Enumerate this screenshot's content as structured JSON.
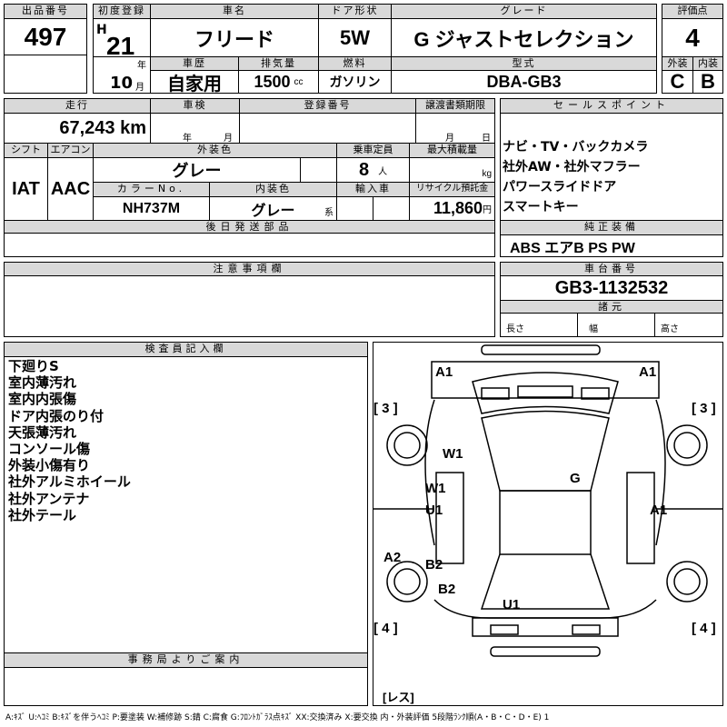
{
  "lot": {
    "label": "出品番号",
    "value": "497"
  },
  "top": {
    "first_reg_label": "初度登録",
    "era": "H",
    "year": "21",
    "year_unit": "年",
    "month": "10",
    "month_unit": "月",
    "car_name_label": "車名",
    "car_name": "フリード",
    "door_label": "ドア形状",
    "door": "5W",
    "grade_label": "グレード",
    "grade": "G ジャストセレクション",
    "history_label": "車歴",
    "history": "自家用",
    "displacement_label": "排気量",
    "displacement": "1500",
    "displacement_unit": "cc",
    "fuel_label": "燃料",
    "fuel": "ガソリン",
    "model_label": "型式",
    "model": "DBA-GB3"
  },
  "score": {
    "label": "評価点",
    "value": "4",
    "ext_label": "外装",
    "int_label": "内装",
    "ext": "C",
    "int": "B"
  },
  "row2": {
    "mileage_label": "走行",
    "mileage": "67,243 km",
    "inspection_label": "車検",
    "inspection_year": "年",
    "inspection_month": "月",
    "reg_no_label": "登録番号",
    "transfer_label": "譲渡書類期限",
    "transfer_month": "月",
    "transfer_day": "日",
    "shift_label": "シフト",
    "shift": "IAT",
    "ac_label": "エアコン",
    "ac": "AAC",
    "ext_color_label": "外装色",
    "ext_color": "グレー",
    "capacity_label": "乗車定員",
    "capacity": "8",
    "capacity_unit": "人",
    "load_label": "最大積載量",
    "load_unit": "kg",
    "color_no_label": "カラーNo.",
    "color_no": "NH737M",
    "int_color_label": "内装色",
    "int_color": "グレー",
    "int_color_suffix": "系",
    "import_label": "輸入車",
    "recycle_label": "リサイクル預託金",
    "recycle": "11,860",
    "recycle_unit": "円",
    "later_parts_label": "後日発送部品"
  },
  "sales": {
    "label": "セールスポイント",
    "items": [
      "ナビ・TV・バックカメラ",
      "社外AW・社外マフラー",
      "パワースライドドア",
      "スマートキー"
    ],
    "equip_label": "純正装備",
    "equip": "ABS エアB PS PW"
  },
  "notes": {
    "label": "注意事項欄"
  },
  "chassis": {
    "label": "車台番号",
    "value": "GB3-1132532",
    "spec_label": "諸元",
    "length": "長さ",
    "width": "幅",
    "height": "高さ"
  },
  "inspector": {
    "label": "検査員記入欄",
    "items": [
      "下廻りS",
      "室内薄汚れ",
      "室内内張傷",
      "ドア内張のり付",
      "天張薄汚れ",
      "コンソール傷",
      "外装小傷有り",
      "社外アルミホイール",
      "社外アンテナ",
      "社外テール"
    ],
    "office_label": "事務局よりご案内"
  },
  "diagram": {
    "marks": [
      "A1",
      "A1",
      "[ 3 ]",
      "[ 3 ]",
      "W1",
      "G",
      "W1",
      "U1",
      "A1",
      "A2",
      "B2",
      "B2",
      "U1",
      "[ 4 ]",
      "[ 4 ]",
      "[レス]"
    ]
  },
  "legend": "A:ｷｽﾞ U:ﾍｺﾐ B:ｷｽﾞを伴うﾍｺﾐ P:要塗装 W:補修跡 S:錆 C:腐食 G:ﾌﾛﾝﾄｶﾞﾗｽ点ｷｽﾞ XX:交換済み X:要交換 内・外装評価 5段階ﾗﾝｸ順(A・B・C・D・E) 1"
}
